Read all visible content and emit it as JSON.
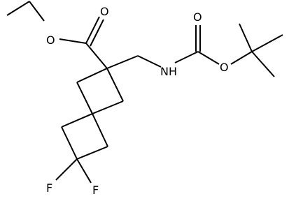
{
  "molecule": {
    "atoms": {
      "ester_o_single": "O",
      "ester_o_double": "O",
      "carbamate_o_double": "O",
      "carbamate_o_single": "O",
      "amine_n": "NH",
      "fluorine_1": "F",
      "fluorine_2": "F"
    }
  },
  "colors": {
    "bond": "#000000",
    "label": "#000000",
    "background": "#ffffff"
  }
}
